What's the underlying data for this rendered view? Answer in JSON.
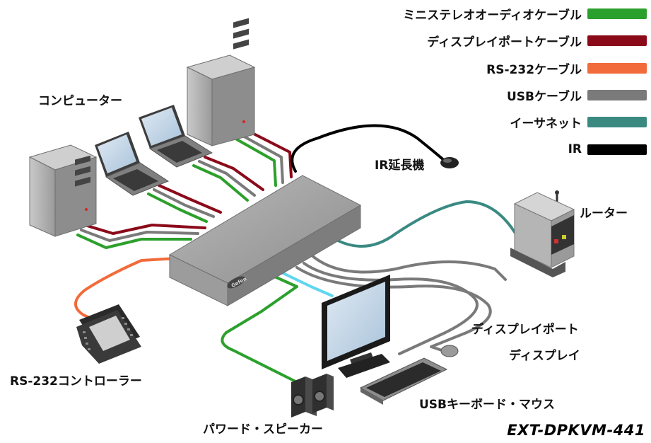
{
  "legend": [
    {
      "label": "ミニステレオオーディオケーブル",
      "color": "#2ca02c"
    },
    {
      "label": "ディスプレイポートケーブル",
      "color": "#8b0a1a"
    },
    {
      "label": "RS-232ケーブル",
      "color": "#f26b3a"
    },
    {
      "label": "USBケーブル",
      "color": "#7a7a7a"
    },
    {
      "label": "イーサネット",
      "color": "#3a8a82"
    },
    {
      "label": "IR",
      "color": "#000000"
    }
  ],
  "labels": {
    "computers": "コンピューター",
    "ir_extender": "IR延長機",
    "router": "ルーター",
    "rs232_controller": "RS-232コントローラー",
    "powered_speakers": "パワード・スピーカー",
    "displayport_display_line1": "ディスプレイポート",
    "displayport_display_line2": "ディスプレイ",
    "usb_keyboard_mouse": "USBキーボード・マウス"
  },
  "device": {
    "badge": "Gefen"
  },
  "model_name": "EXT-DPKVM-441"
}
